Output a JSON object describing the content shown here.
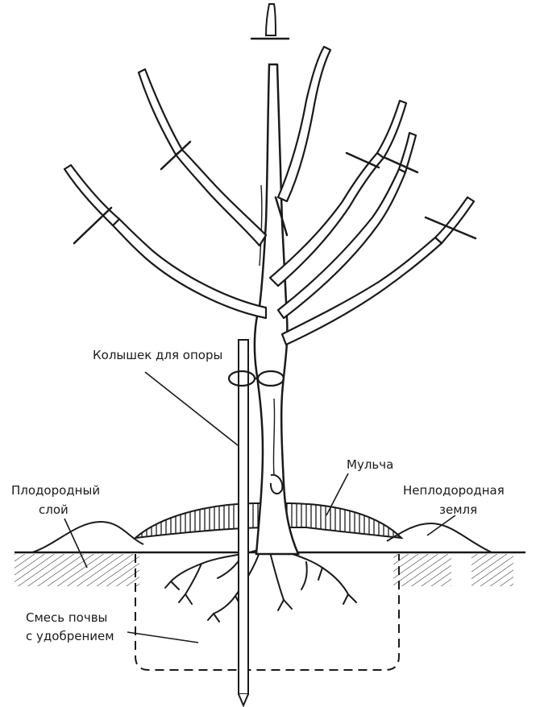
{
  "labels": {
    "stake": "Колышек для опоры",
    "mulch": "Мульча",
    "fertile_line1": "Плодородный",
    "fertile_line2": "слой",
    "infertile_line1": "Неплодородная",
    "infertile_line2": "земля",
    "mix_line1": "Смесь почвы",
    "mix_line2": "с удобрением"
  },
  "colors": {
    "ink": "#1a1a1a",
    "paper": "#ffffff"
  }
}
